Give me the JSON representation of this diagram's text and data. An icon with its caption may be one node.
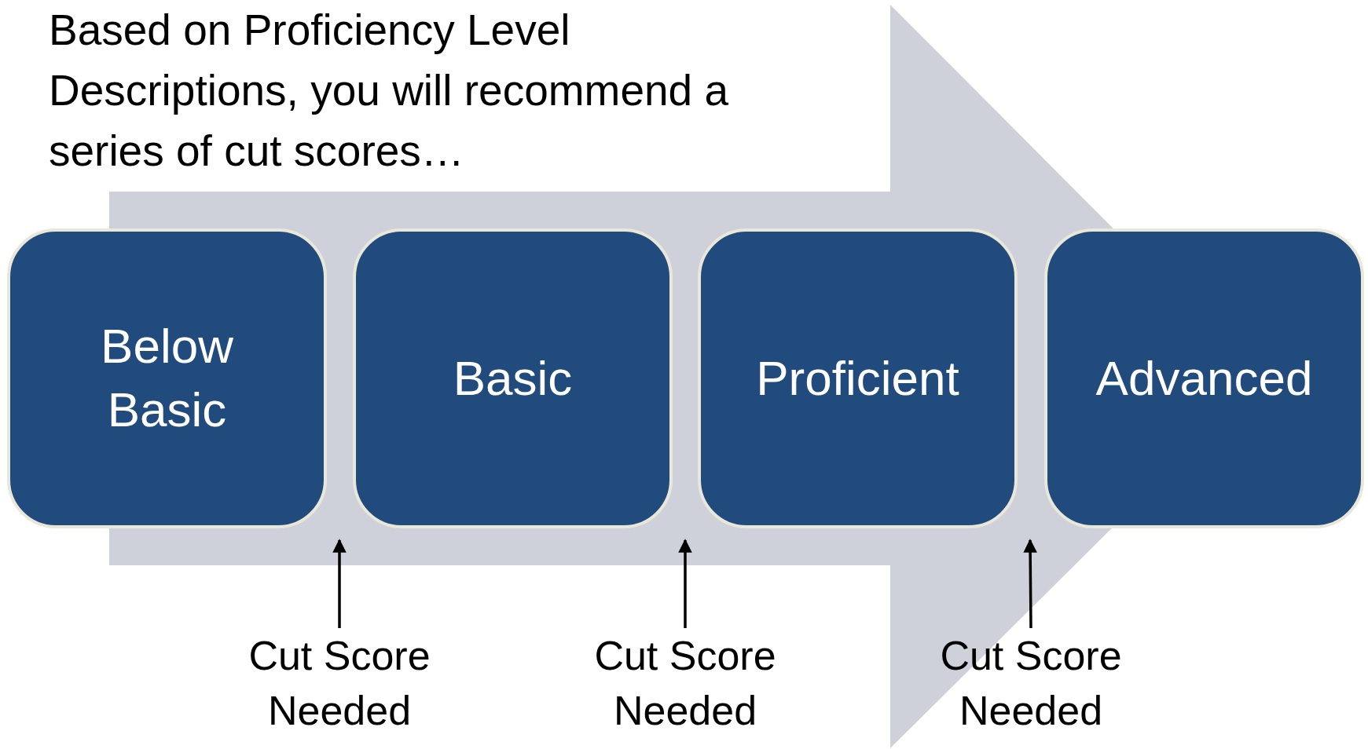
{
  "diagram": {
    "nodes": [
      {
        "text": [
          "Below Basic"
        ]
      },
      {
        "text": [
          "Basic"
        ]
      },
      {
        "text": [
          "Proficient"
        ]
      },
      {
        "text": [
          "Advanced"
        ]
      },
      {
        "text": [
          "Cut Score Needed"
        ]
      },
      {
        "text": [
          "Cut Score Needed"
        ]
      },
      {
        "text": [
          "Cut Score Needed"
        ]
      }
    ],
    "edges": [
      {
        "from": 0,
        "to": 3,
        "arrow": "to",
        "style": "thick",
        "color": "#cfd1da"
      },
      {
        "from": 4,
        "to": 0,
        "arrow": "to"
      },
      {
        "from": 5,
        "to": 1,
        "arrow": "to"
      },
      {
        "from": 6,
        "to": 2,
        "arrow": "to"
      }
    ],
    "labels": [
      "Based on Proficiency Level Descriptions, you will recommend a series of cut scores…"
    ]
  }
}
